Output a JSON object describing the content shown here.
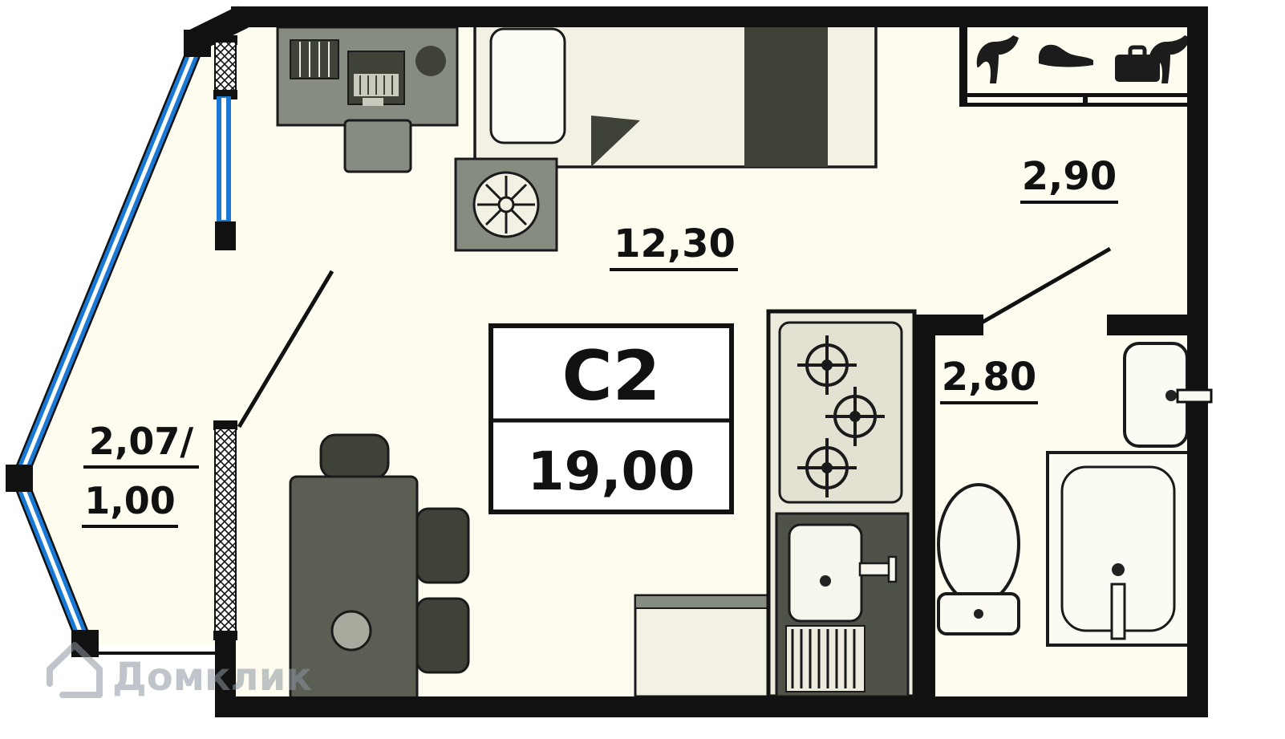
{
  "colors": {
    "wall": "#111111",
    "window_blue": "#1b79d6",
    "floor": "#fdfcef",
    "furniture_dark": "#3e4237",
    "furniture_mid": "#878c80",
    "furniture_light": "#f3f1e4",
    "fixture_white": "#fbfaf3",
    "outline": "#1a1a1a",
    "watermark_gray": "#8c96a1",
    "background": "#ffffff"
  },
  "unit": {
    "code": "С2",
    "area_total": "19,00"
  },
  "rooms": {
    "living": {
      "area": "12,30"
    },
    "hall": {
      "area": "2,90"
    },
    "bathroom": {
      "area": "2,80"
    },
    "balcony": {
      "area_line1": "2,07/",
      "area_line2": "1,00"
    }
  },
  "closet_icons": [
    {
      "name": "high-heel-shoe-icon"
    },
    {
      "name": "sneaker-icon"
    },
    {
      "name": "briefcase-icon"
    },
    {
      "name": "high-heel-shoe-icon-2"
    }
  ],
  "watermark": {
    "brand": "Домклик"
  }
}
